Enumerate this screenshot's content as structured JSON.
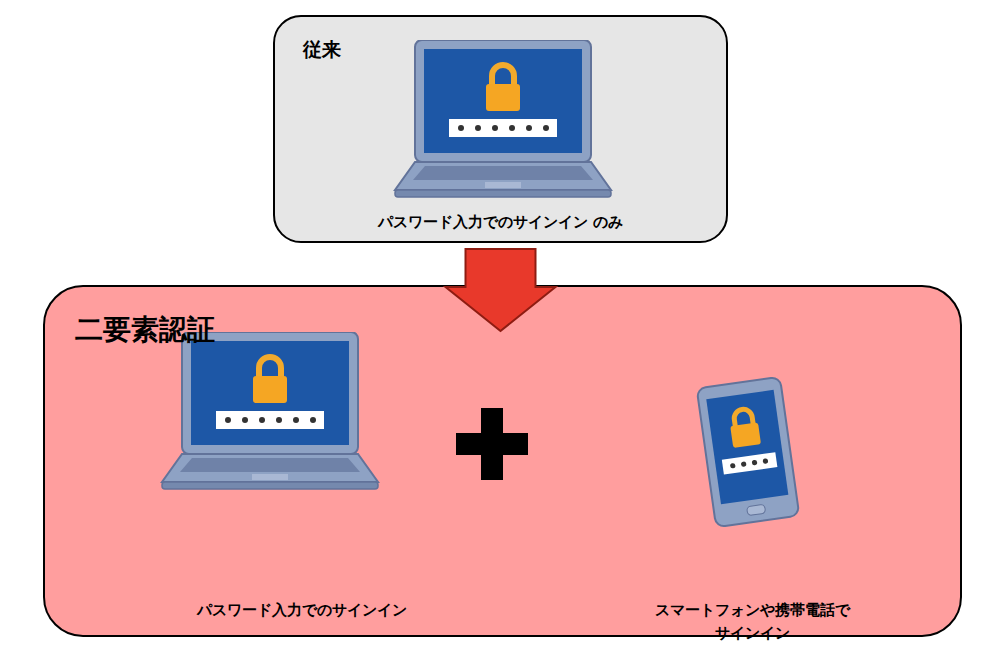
{
  "diagram": {
    "nodes": [
      {
        "text": [
          "従来",
          "パスワード入力でのサインイン のみ"
        ]
      },
      {
        "text": [
          "二要素認証"
        ]
      }
    ],
    "edges": [
      {
        "from": 0,
        "to": 1,
        "arrow": "to"
      }
    ],
    "labels": [
      "パスワード入力でのサインイン",
      "スマートフォンや携帯電話で サインイン"
    ]
  }
}
